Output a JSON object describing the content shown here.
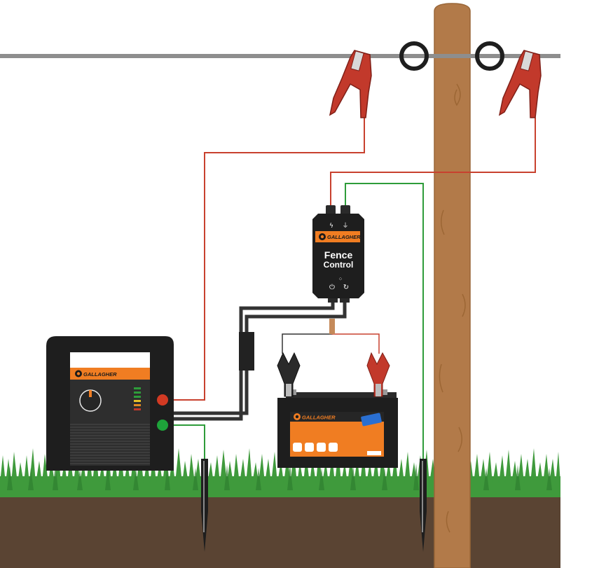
{
  "energizer": {
    "brand": "GALLAGHER"
  },
  "fence_control": {
    "brand": "GALLAGHER",
    "title_line1": "Fence",
    "title_line2": "Control"
  },
  "battery": {
    "brand": "GALLAGHER"
  },
  "colors": {
    "wire_live": "#c8412e",
    "wire_earth": "#2e9c3a",
    "wire_cable": "#333333",
    "brand_orange": "#f07d22",
    "pole": "#b27a49",
    "grass": "#3f9a3c",
    "soil": "#5a4433",
    "fence_wire": "#8e8e8e",
    "clip_red": "#c2392b"
  },
  "icons": [
    "lightning-icon",
    "earth-ground-icon",
    "power-icon",
    "refresh-icon",
    "gallagher-logo-icon",
    "clip-icon"
  ]
}
